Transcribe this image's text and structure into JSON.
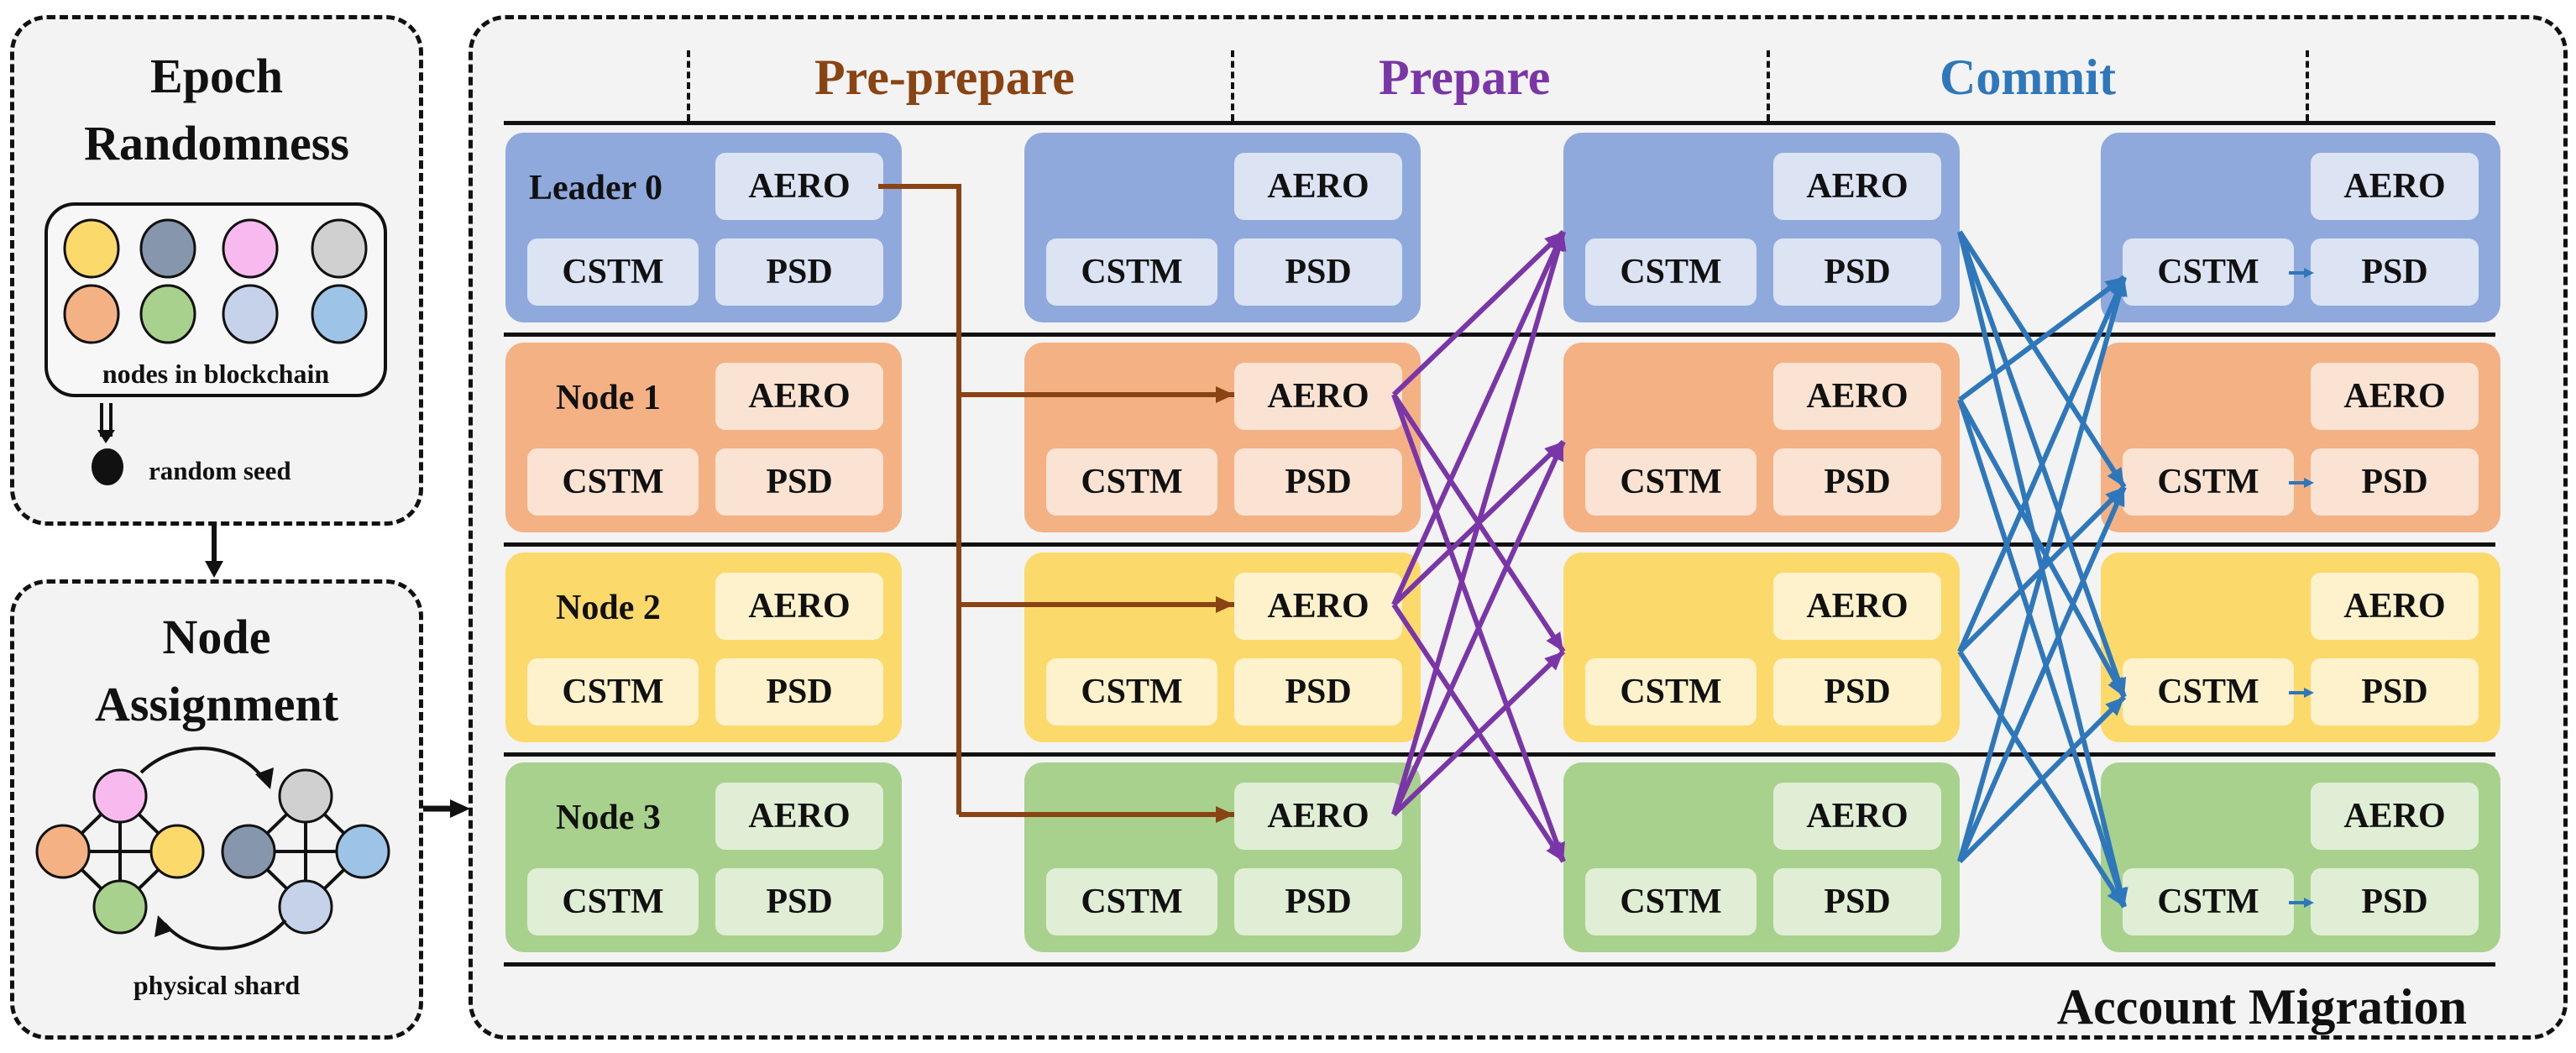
{
  "epoch_panel": {
    "title_line1": "Epoch",
    "title_line2": "Randomness",
    "nodes_caption": "nodes in blockchain",
    "seed_label": "random seed"
  },
  "assign_panel": {
    "title_line1": "Node",
    "title_line2": "Assignment",
    "caption": "physical shard"
  },
  "main_panel": {
    "title": "Account Migration"
  },
  "phases": [
    {
      "label": "Pre-prepare",
      "color": "#8a4414"
    },
    {
      "label": "Prepare",
      "color": "#7a35a6"
    },
    {
      "label": "Commit",
      "color": "#2f77bb"
    }
  ],
  "rows": [
    {
      "label": "Leader 0",
      "box": "#8fa9dc",
      "cell": "#dce3f3"
    },
    {
      "label": "Node 1",
      "box": "#f3b184",
      "cell": "#fbe3d3"
    },
    {
      "label": "Node 2",
      "box": "#fcd96b",
      "cell": "#fef2cd"
    },
    {
      "label": "Node 3",
      "box": "#a8d18d",
      "cell": "#e1eed6"
    }
  ],
  "cell_labels": {
    "aero": "AERO",
    "cstm": "CSTM",
    "psd": "PSD"
  },
  "node_colors": [
    "#fcd96b",
    "#8596ad",
    "#f8b9ef",
    "#d0d0d0",
    "#f3b184",
    "#a8d18d",
    "#c6d2ea",
    "#9dc3e6"
  ],
  "shard_left_colors": [
    "#f8b9ef",
    "#f3b184",
    "#fcd96b",
    "#a8d18d"
  ],
  "shard_right_colors": [
    "#d0d0d0",
    "#8596ad",
    "#9dc3e6",
    "#c6d2ea"
  ]
}
